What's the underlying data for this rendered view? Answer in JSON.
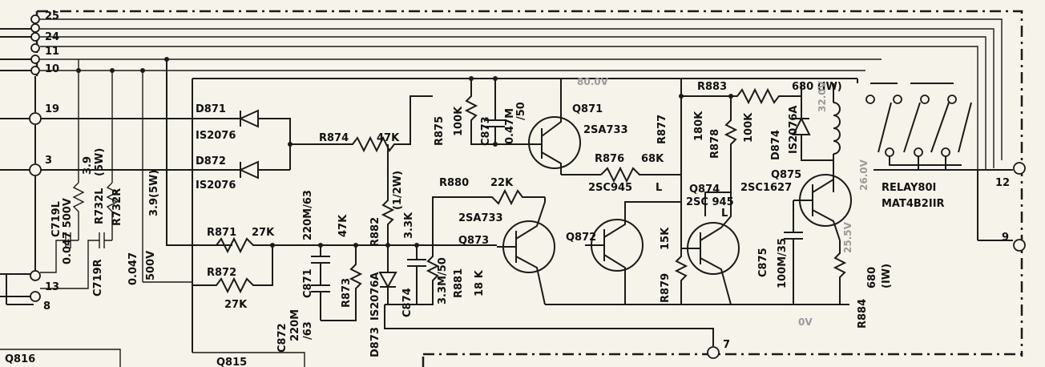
{
  "connector_pins": [
    "25",
    "24",
    "11",
    "10",
    "19",
    "3",
    "13",
    "8",
    "7"
  ],
  "output_pins": [
    "12",
    "9"
  ],
  "voltages": {
    "top": "80.0V",
    "relay_coil": "32.0V",
    "q875_collector": "26.0V",
    "q875_emitter": "25.5V",
    "bottom": "0V"
  },
  "diodes": [
    {
      "ref": "D871",
      "part": "IS2076"
    },
    {
      "ref": "D872",
      "part": "IS2076"
    },
    {
      "ref": "D873",
      "part": "IS2076A"
    },
    {
      "ref": "D874",
      "part": "IS2076A"
    }
  ],
  "resistors": {
    "r874": {
      "ref": "R874",
      "value": "47K"
    },
    "r875": {
      "ref": "R875",
      "value": "100K"
    },
    "r876": {
      "ref": "R876",
      "value": "68K"
    },
    "r877": {
      "ref": "R877",
      "value": "180K"
    },
    "r878": {
      "ref": "R878",
      "value": "100K"
    },
    "r883": {
      "ref": "R883",
      "value": "680 (IW)"
    },
    "r880": {
      "ref": "R880",
      "value": "22K"
    },
    "r871": {
      "ref": "R871",
      "value": "27K"
    },
    "r872": {
      "ref": "R872",
      "value": "27K"
    },
    "r873": {
      "ref": "R873",
      "value": "47K"
    },
    "r882": {
      "ref": "R882",
      "value": "3.3K",
      "rating": "(1/2W)"
    },
    "r881": {
      "ref": "R881",
      "value": "18 K"
    },
    "r879": {
      "ref": "R879",
      "value": "15K"
    },
    "r884": {
      "ref": "R884",
      "value": "680",
      "rating": "(IW)"
    },
    "r732l": {
      "ref": "R732L",
      "value": "3.9",
      "rating": "(5W)"
    },
    "r732r": {
      "ref": "R732R",
      "value": "3.9(5W)"
    }
  },
  "capacitors": {
    "c873": {
      "ref": "C873",
      "value": "0.47M",
      "rating": "/50"
    },
    "c871": {
      "ref": "C871",
      "value": "220M/63"
    },
    "c872": {
      "ref": "C872",
      "value": "220M",
      "rating": "/63"
    },
    "c874": {
      "ref": "C874",
      "value": "3.3M/50"
    },
    "c875": {
      "ref": "C875",
      "value": "100M/35"
    },
    "c719l": {
      "ref": "C719L",
      "value": "0.047 500V"
    },
    "c719r": {
      "ref": "C719R",
      "value": "0.047",
      "rating": "500V"
    }
  },
  "transistors": [
    {
      "ref": "Q871",
      "part": "2SA733"
    },
    {
      "ref": "Q872",
      "part": "2SC945",
      "suffix": "L"
    },
    {
      "ref": "Q873",
      "part": "2SA733"
    },
    {
      "ref": "Q874",
      "part": "2SC 945",
      "suffix": "L"
    },
    {
      "ref": "Q875",
      "part": "2SC1627"
    }
  ],
  "relay": {
    "ref": "RELAY80I",
    "part": "MAT4B2IIR"
  },
  "offpage": [
    "Q816",
    "Q815"
  ]
}
